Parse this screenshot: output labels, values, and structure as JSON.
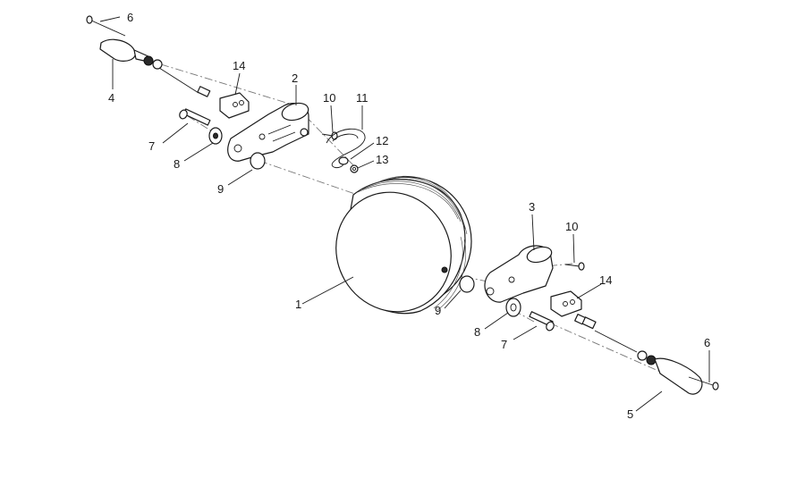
{
  "diagram": {
    "callouts": [
      {
        "id": "c1",
        "label": "1"
      },
      {
        "id": "c2",
        "label": "2"
      },
      {
        "id": "c3",
        "label": "3"
      },
      {
        "id": "c4",
        "label": "4"
      },
      {
        "id": "c5",
        "label": "5"
      },
      {
        "id": "c6a",
        "label": "6"
      },
      {
        "id": "c6b",
        "label": "6"
      },
      {
        "id": "c7a",
        "label": "7"
      },
      {
        "id": "c7b",
        "label": "7"
      },
      {
        "id": "c8a",
        "label": "8"
      },
      {
        "id": "c8b",
        "label": "8"
      },
      {
        "id": "c9a",
        "label": "9"
      },
      {
        "id": "c9b",
        "label": "9"
      },
      {
        "id": "c10a",
        "label": "10"
      },
      {
        "id": "c10b",
        "label": "10"
      },
      {
        "id": "c11",
        "label": "11"
      },
      {
        "id": "c12",
        "label": "12"
      },
      {
        "id": "c13",
        "label": "13"
      },
      {
        "id": "c14a",
        "label": "14"
      },
      {
        "id": "c14b",
        "label": "14"
      }
    ]
  }
}
